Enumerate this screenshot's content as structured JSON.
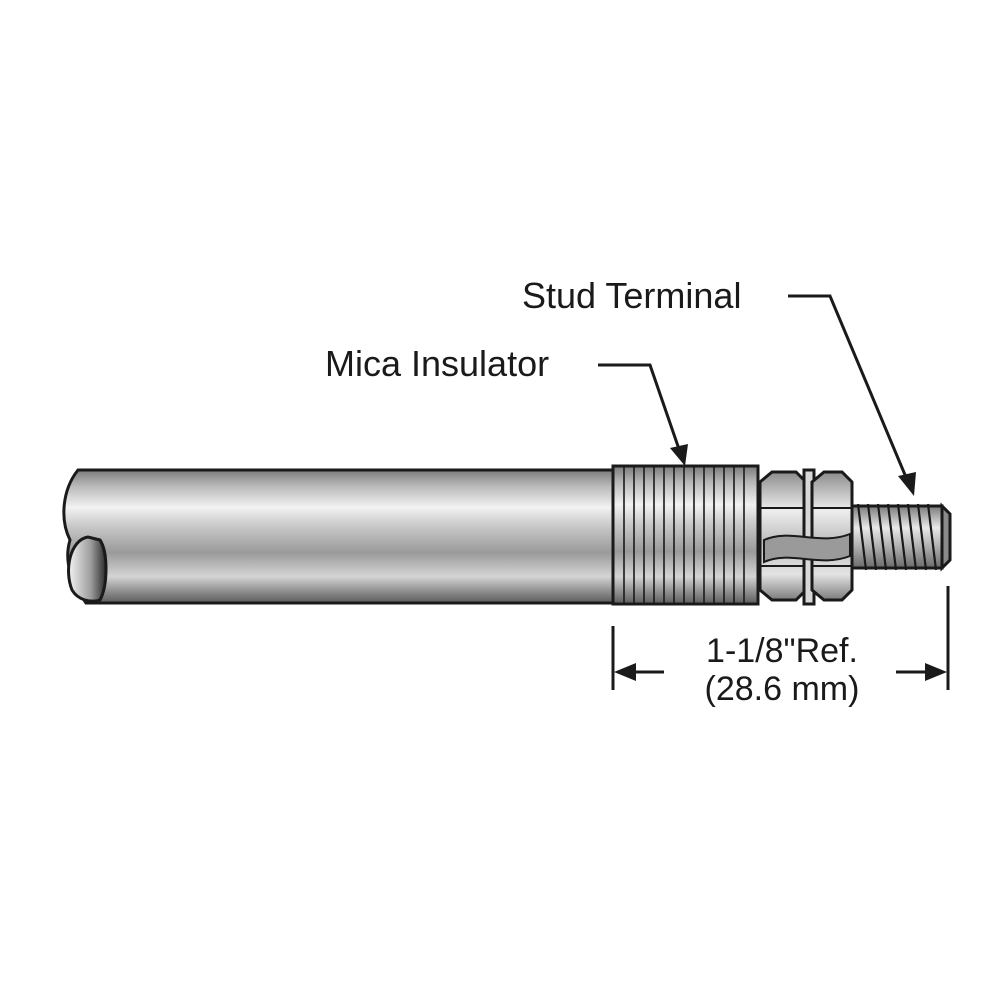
{
  "labels": {
    "stud_terminal": "Stud Terminal",
    "mica_insulator": "Mica Insulator"
  },
  "dimension": {
    "imperial": "1-1/8\"Ref.",
    "metric": "(28.6 mm)"
  },
  "colors": {
    "outline": "#1a1a1a",
    "metal_dark": "#6e6e6e",
    "metal_mid": "#a8a8a8",
    "metal_light": "#e6e6e6"
  }
}
